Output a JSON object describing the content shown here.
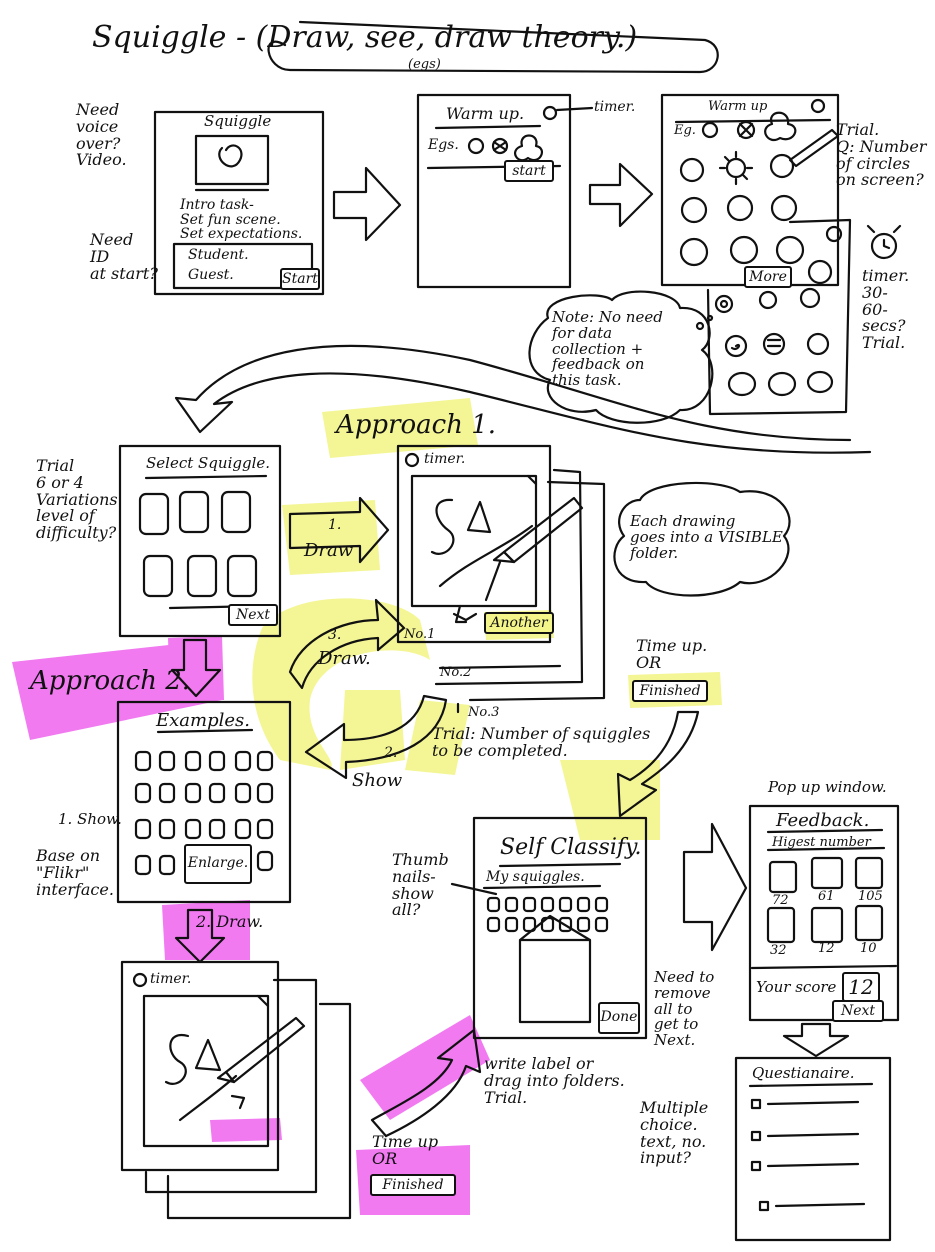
{
  "title": "Squiggle - (Draw, see, draw theory.)",
  "title_subnote": "(egs)",
  "colors": {
    "ink": "#111111",
    "yellow": "#f3f58a",
    "magenta": "#f06cf0",
    "paper": "#ffffff"
  },
  "top_left": {
    "note_voiceover": "Need\nvoice\nover?\nVideo.",
    "note_id": "Need\nID\nat start?"
  },
  "intro_screen": {
    "title": "Squiggle",
    "notes": "Intro task-\nSet fun scene.\nSet expectations.",
    "options": [
      "Student.",
      "Guest."
    ],
    "start": "Start"
  },
  "warmup1": {
    "title": "Warm up.",
    "timer_note": "timer.",
    "egs": "Egs.",
    "start": "start"
  },
  "warmup2": {
    "title": "Warm up",
    "eg": "Eg.",
    "more": "More",
    "note": "Trial.\nQ: Number\nof circles\non screen?",
    "timer_note": "timer.\n30-\n60-\nsecs?\nTrial."
  },
  "note_bubble": "Note: No need\nfor data\ncollection +\nfeedback on\nthis task.",
  "approach1": {
    "label": "Approach 1.",
    "select_title": "Select Squiggle.",
    "next": "Next",
    "trial_note": "Trial\n6 or 4\nVariations\nlevel of\ndifficulty?",
    "timer": "timer.",
    "another": "Another",
    "no1": "No.1",
    "no2": "No.2",
    "no3": "No.3",
    "draw1": "Draw",
    "step1": "1.",
    "draw3": "Draw.",
    "step3": "3.",
    "show2": "Show",
    "step2": "2.",
    "visible_folder": "Each drawing\ngoes into a VISIBLE\nfolder.",
    "trial_squiggles": "Trial: Number of squiggles\nto be completed.",
    "time_up": "Time up.\nOR",
    "finished": "Finished"
  },
  "approach2": {
    "label": "Approach 2.",
    "examples_title": "Examples.",
    "enlarge": "Enlarge.",
    "show_note": "1. Show.",
    "flickr_note": "Base on\n\"Flikr\"\ninterface.",
    "draw_note": "2. Draw.",
    "timer": "timer.",
    "time_up": "Time up\nOR",
    "finished": "Finished"
  },
  "self_classify": {
    "title": "Self Classify.",
    "my_squiggles": "My squiggles.",
    "done": "Done",
    "thumbnails_note": "Thumb\nnails-\nshow\nall?",
    "remove_note": "Need to\nremove\nall to\nget to\nNext.",
    "write_note": "write label or\ndrag into folders.\nTrial."
  },
  "feedback": {
    "popup_note": "Pop up window.",
    "title": "Feedback.",
    "subtitle": "Higest number",
    "scores": [
      "72",
      "61",
      "105",
      "32",
      "12",
      "10"
    ],
    "your_score_label": "Your score",
    "your_score": "12",
    "next": "Next"
  },
  "questionnaire": {
    "title": "Questianaire.",
    "note": "Multiple\nchoice.\ntext, no.\ninput?"
  }
}
